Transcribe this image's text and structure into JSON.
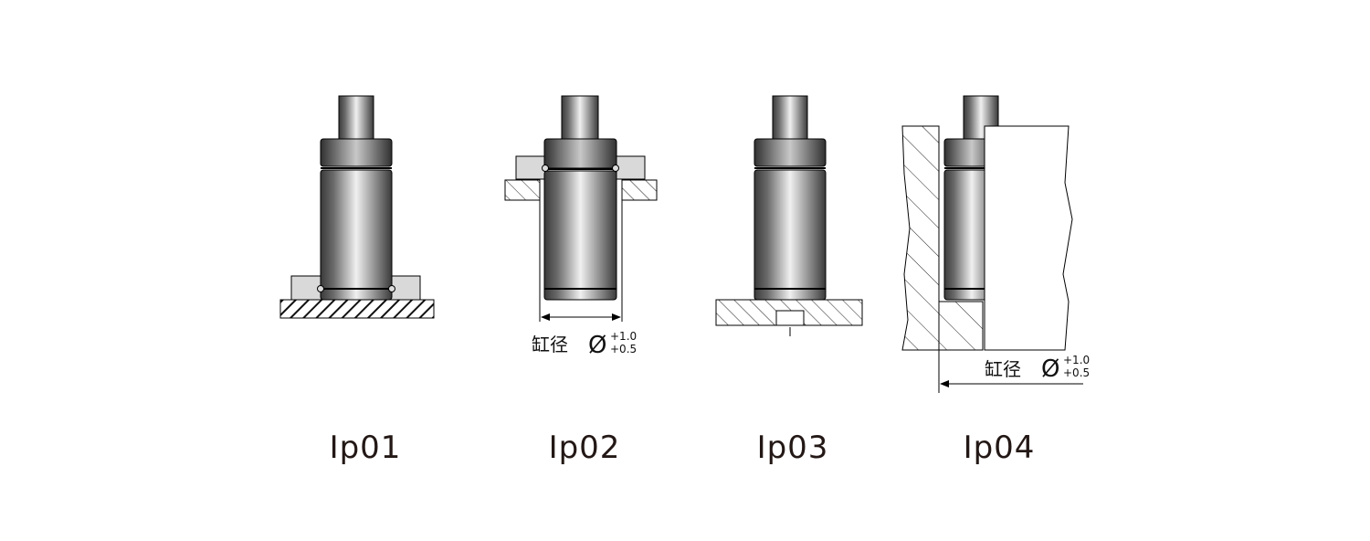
{
  "figures": [
    {
      "id": "Ip01",
      "label": "Ip01"
    },
    {
      "id": "Ip02",
      "label": "Ip02",
      "dimension": {
        "text": "缸径",
        "symbol": "Ø",
        "upper": "+1.0",
        "lower": "+0.5"
      }
    },
    {
      "id": "Ip03",
      "label": "Ip03"
    },
    {
      "id": "Ip04",
      "label": "Ip04",
      "dimension": {
        "text": "缸径",
        "symbol": "Ø",
        "upper": "+1.0",
        "lower": "+0.5"
      }
    }
  ],
  "colors": {
    "metal_dark": "#3c3c3c",
    "metal_light": "#ececec",
    "plate": "#d6d6d6",
    "outline": "#000000",
    "hatch": "#222222",
    "caption": "#231815"
  }
}
